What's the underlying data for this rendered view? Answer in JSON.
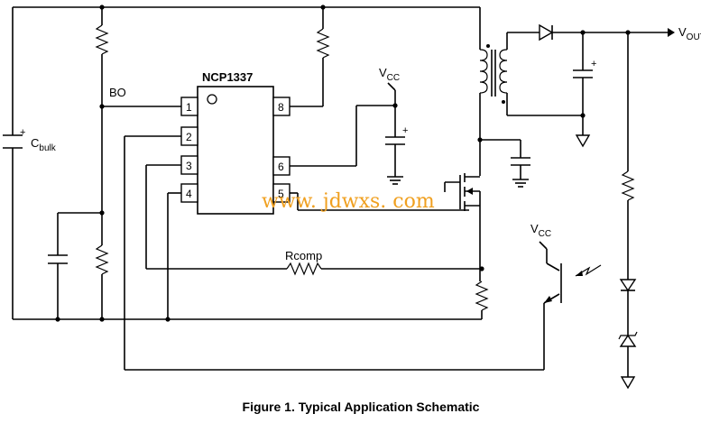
{
  "figure": {
    "caption": "Figure 1. Typical Application Schematic"
  },
  "ic": {
    "part_number": "NCP1337",
    "pins": [
      "1",
      "2",
      "3",
      "4",
      "5",
      "6",
      "8"
    ]
  },
  "labels": {
    "bo": "BO",
    "c_bulk_main": "C",
    "c_bulk_sub": "bulk",
    "vcc_main": "V",
    "vcc_sub": "CC",
    "vout_main": "V",
    "vout_sub": "OUT",
    "rcomp": "Rcomp",
    "plus": "+"
  },
  "watermark": {
    "text": "www. jdwxs. com",
    "color": "#f0a020"
  }
}
